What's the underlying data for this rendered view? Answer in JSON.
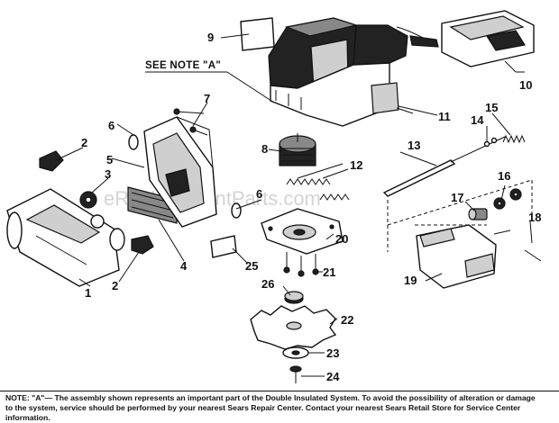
{
  "watermark": "eReplacementParts.com",
  "see_note_label": "SEE NOTE \"A\"",
  "part_labels": {
    "p1": "1",
    "p2a": "2",
    "p2b": "2",
    "p3": "3",
    "p4": "4",
    "p5": "5",
    "p6a": "6",
    "p6b": "6",
    "p7": "7",
    "p8": "8",
    "p9": "9",
    "p10": "10",
    "p11": "11",
    "p12": "12",
    "p13": "13",
    "p14": "14",
    "p15": "15",
    "p16": "16",
    "p17": "17",
    "p18": "18",
    "p19": "19",
    "p20": "20",
    "p21": "21",
    "p22": "22",
    "p23": "23",
    "p24": "24",
    "p25": "25",
    "p26": "26"
  },
  "note": {
    "lines": [
      "NOTE: \"A\"— The assembly shown represents an important part of the Double Insulated System. To avoid the possibility of alteration or damage",
      "to the system, service should be performed by your nearest Sears Repair Center. Contact your nearest Sears Retail Store for Service Center",
      "information."
    ]
  }
}
